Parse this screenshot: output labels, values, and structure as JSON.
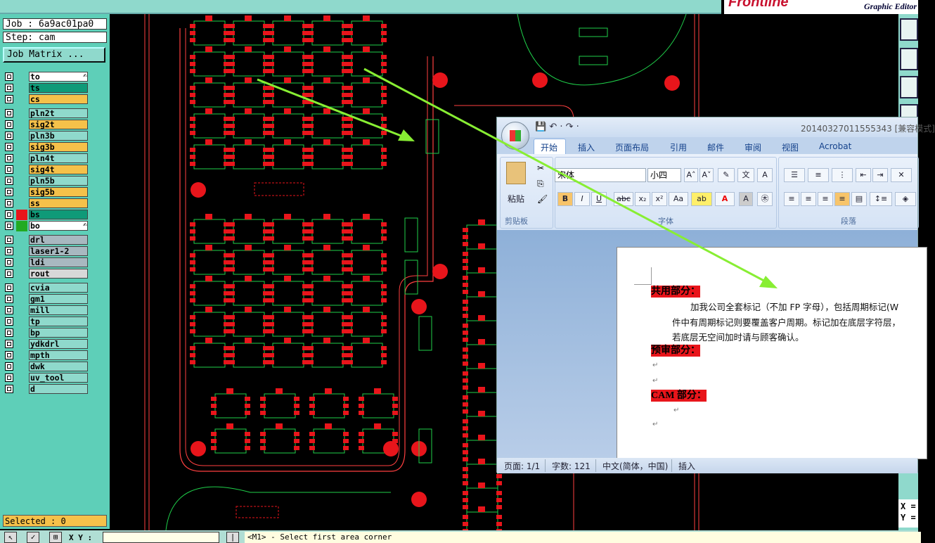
{
  "brand": {
    "logo": "Frontline",
    "subtitle": "Graphic Editor"
  },
  "left_panel": {
    "job": "Job : 6a9ac01pa0",
    "step": "Step: cam",
    "job_matrix_button": "Job Matrix ...",
    "selected": "Selected : 0",
    "layers": [
      {
        "name": "to",
        "color": "#ffffff",
        "swatch": "#5ecfb8",
        "icon": "edit"
      },
      {
        "name": "ts",
        "color": "#0f9a78",
        "swatch": "#5ecfb8",
        "icon": ""
      },
      {
        "name": "cs",
        "color": "#f5c14a",
        "swatch": "#5ecfb8",
        "icon": ""
      },
      {
        "name": "pln2t",
        "color": "#8fd9cc",
        "swatch": "#5ecfb8",
        "icon": ""
      },
      {
        "name": "sig2t",
        "color": "#f5c14a",
        "swatch": "#5ecfb8",
        "icon": ""
      },
      {
        "name": "pln3b",
        "color": "#8fd9cc",
        "swatch": "#5ecfb8",
        "icon": ""
      },
      {
        "name": "sig3b",
        "color": "#f5c14a",
        "swatch": "#5ecfb8",
        "icon": ""
      },
      {
        "name": "pln4t",
        "color": "#8fd9cc",
        "swatch": "#5ecfb8",
        "icon": ""
      },
      {
        "name": "sig4t",
        "color": "#f5c14a",
        "swatch": "#5ecfb8",
        "icon": ""
      },
      {
        "name": "pln5b",
        "color": "#8fd9cc",
        "swatch": "#5ecfb8",
        "icon": ""
      },
      {
        "name": "sig5b",
        "color": "#f5c14a",
        "swatch": "#5ecfb8",
        "icon": ""
      },
      {
        "name": "ss",
        "color": "#f5c14a",
        "swatch": "#5ecfb8",
        "icon": ""
      },
      {
        "name": "bs",
        "color": "#0f9a78",
        "swatch": "#e8151b",
        "icon": ""
      },
      {
        "name": "bo",
        "color": "#ffffff",
        "swatch": "#22aa22",
        "icon": "edit"
      },
      {
        "name": "drl",
        "color": "#a8b8c0",
        "swatch": "#5ecfb8",
        "icon": ""
      },
      {
        "name": "laser1-2",
        "color": "#a8b8c0",
        "swatch": "#5ecfb8",
        "icon": ""
      },
      {
        "name": "ldi",
        "color": "#a8b8c0",
        "swatch": "#5ecfb8",
        "icon": ""
      },
      {
        "name": "rout",
        "color": "#d8d8d8",
        "swatch": "#5ecfb8",
        "icon": ""
      },
      {
        "name": "cvia",
        "color": "#8fd9cc",
        "swatch": "#5ecfb8",
        "icon": ""
      },
      {
        "name": "gm1",
        "color": "#8fd9cc",
        "swatch": "#5ecfb8",
        "icon": ""
      },
      {
        "name": "mill",
        "color": "#8fd9cc",
        "swatch": "#5ecfb8",
        "icon": ""
      },
      {
        "name": "tp",
        "color": "#8fd9cc",
        "swatch": "#5ecfb8",
        "icon": ""
      },
      {
        "name": "bp",
        "color": "#8fd9cc",
        "swatch": "#5ecfb8",
        "icon": ""
      },
      {
        "name": "ydkdrl",
        "color": "#8fd9cc",
        "swatch": "#5ecfb8",
        "icon": ""
      },
      {
        "name": "mpth",
        "color": "#8fd9cc",
        "swatch": "#5ecfb8",
        "icon": ""
      },
      {
        "name": "dwk",
        "color": "#8fd9cc",
        "swatch": "#5ecfb8",
        "icon": ""
      },
      {
        "name": "uv_tool",
        "color": "#8fd9cc",
        "swatch": "#5ecfb8",
        "icon": ""
      },
      {
        "name": "d",
        "color": "#8fd9cc",
        "swatch": "#5ecfb8",
        "icon": ""
      }
    ]
  },
  "bottom_bar": {
    "xy_label": "X Y :",
    "input_value": "",
    "prompt": "<M1> - Select first area corner"
  },
  "right_tools": {
    "x_label": "X =",
    "y_label": "Y ="
  },
  "word": {
    "title": "20140327011555343 [兼容模式]",
    "tabs": [
      "开始",
      "插入",
      "页面布局",
      "引用",
      "邮件",
      "审阅",
      "视图",
      "Acrobat"
    ],
    "active_tab": "开始",
    "clipboard_group": "剪贴板",
    "paste_label": "粘贴",
    "font_group": "字体",
    "paragraph_group": "段落",
    "font_name": "宋体",
    "font_size": "小四",
    "doc": {
      "h1": "共用部分：",
      "p1_line1": "加我公司全套标记（不加 FP 字母），包括周期标记(W",
      "p1_line2": "件中有周期标记则要覆盖客户周期。标记加在底层字符层，",
      "p1_line3": "若底层无空间加时请与顾客确认。",
      "h2": "预审部分：",
      "h3": "CAM 部分："
    },
    "status": {
      "page": "页面: 1/1",
      "words": "字数: 121",
      "lang": "中文(简体，中国)",
      "mode": "插入"
    }
  },
  "colors": {
    "pad": "#e8151b",
    "trace": "#1fcf4a",
    "arrow": "#88ee33",
    "outline": "#ff4040"
  }
}
